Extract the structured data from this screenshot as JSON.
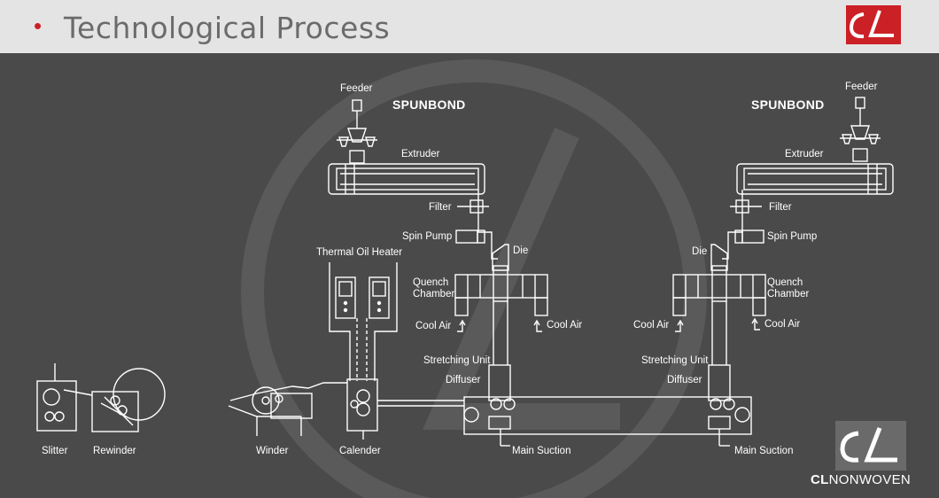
{
  "header": {
    "bullet": "•",
    "title": "Technological Process"
  },
  "logo": {
    "mark": "CL",
    "icon": "cl-logo-icon",
    "colors": {
      "brand_red": "#cc2027"
    }
  },
  "brand": {
    "name_bold": "CL",
    "name_rest": "NONWOVEN"
  },
  "colors": {
    "background": "#4a4a4a",
    "header": "#e4e4e4",
    "line": "#ffffff"
  },
  "diagram": {
    "left_line": {
      "process": "SPUNBOND",
      "feeder": "Feeder",
      "extruder": "Extruder",
      "filter": "Filter",
      "spin_pump": "Spin Pump",
      "die": "Die",
      "quench": "Quench Chamber",
      "cool_air": "Cool Air",
      "stretching": "Stretching Unit",
      "diffuser": "Diffuser",
      "suction": "Main Suction"
    },
    "right_line": {
      "process": "SPUNBOND",
      "feeder": "Feeder",
      "extruder": "Extruder",
      "filter": "Filter",
      "spin_pump": "Spin Pump",
      "die": "Die",
      "quench": "Quench Chamber",
      "cool_air_left": "Cool Air",
      "cool_air_right": "Cool Air",
      "stretching": "Stretching Unit",
      "diffuser": "Diffuser",
      "suction": "Main Suction"
    },
    "thermal_oil_heater": "Thermal Oil Heater",
    "cool_air_left_right": "Cool Air",
    "slitter": "Slitter",
    "rewinder": "Rewinder",
    "winder": "Winder",
    "calender": "Calender"
  }
}
